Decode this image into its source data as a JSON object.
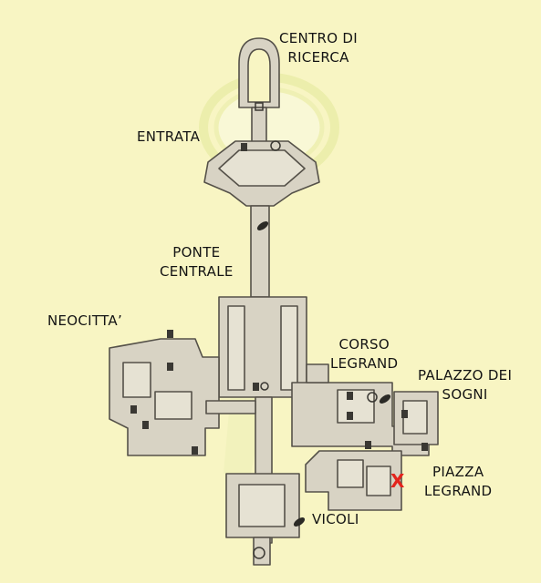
{
  "map": {
    "background_color": "#f8f5c3",
    "wall_color": "#d8d3c4",
    "outline_color": "#555149",
    "marker_color": "#e3241c",
    "labels": {
      "centro": [
        "CENTRO DI",
        "RICERCA"
      ],
      "entrata": [
        "ENTRATA"
      ],
      "ponte": [
        "PONTE",
        "CENTRALE"
      ],
      "neocitta": [
        "NEOCITTA’"
      ],
      "corso": [
        "CORSO",
        "LEGRAND"
      ],
      "palazzo": [
        "PALAZZO DEI",
        "SOGNI"
      ],
      "piazza": [
        "PIAZZA",
        "LEGRAND"
      ],
      "vicoli": [
        "VICOLI"
      ]
    },
    "target_marker": "X",
    "icons": [
      "save-point-icon",
      "door-icon",
      "leaf-icon",
      "watermark-logo"
    ]
  }
}
